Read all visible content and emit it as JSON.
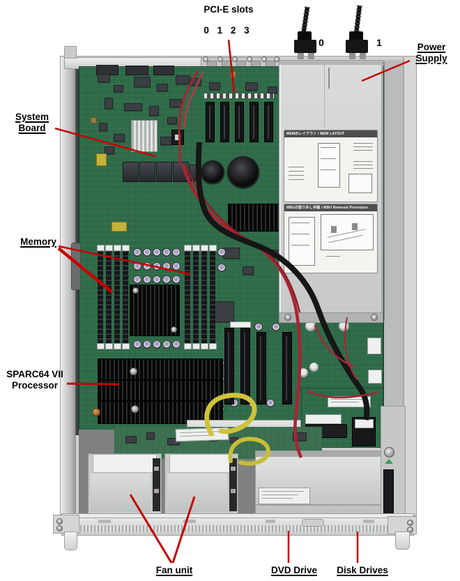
{
  "callouts": {
    "pcie_slots": "PCI-E slots",
    "pcie_slot_numbers": "0 1 2 3",
    "power_cord_clip_0": "0",
    "power_cord_clip_1": "1",
    "power_supply_line1": "Power",
    "power_supply_line2": "Supply",
    "system_board_line1": "System",
    "system_board_line2": "Board",
    "memory": "Memory",
    "processor_line1": "SPARC64 VII",
    "processor_line2": "Processor",
    "fan_unit": "Fan unit",
    "dvd_drive": "DVD Drive",
    "disk_drives": "Disk Drives"
  },
  "psu_stickers": {
    "mem_layout_title": "MEMのレイアウト / MEM LAYOUT",
    "mbu_removal_title": "MBUの取り外し手順 / MBU Removal Procedure"
  },
  "colors": {
    "pointer_line": "#c80000",
    "pcb_green": "#2f6b49",
    "chassis_gray": "#cdd0cf",
    "cable_red": "#a82433",
    "cable_yellow": "#cfc23c",
    "heatsink_black": "#141414"
  }
}
